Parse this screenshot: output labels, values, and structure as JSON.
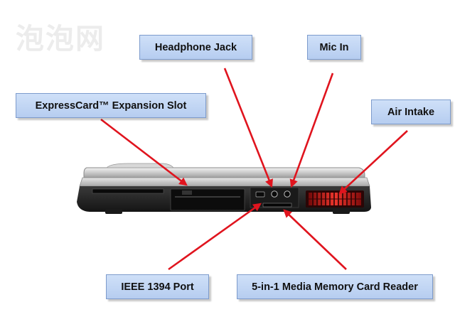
{
  "watermark": "泡泡网",
  "labels": {
    "headphone_jack": "Headphone Jack",
    "mic_in": "Mic In",
    "expresscard": "ExpressCard™ Expansion Slot",
    "air_intake": "Air Intake",
    "ieee1394": "IEEE 1394 Port",
    "card_reader": "5-in-1 Media Memory Card Reader"
  },
  "colors": {
    "label_fill": "#c3d6f4",
    "label_border": "#7d9bcc",
    "pointer_arrow": "#e0141e",
    "vent_glow": "#e01a20"
  }
}
